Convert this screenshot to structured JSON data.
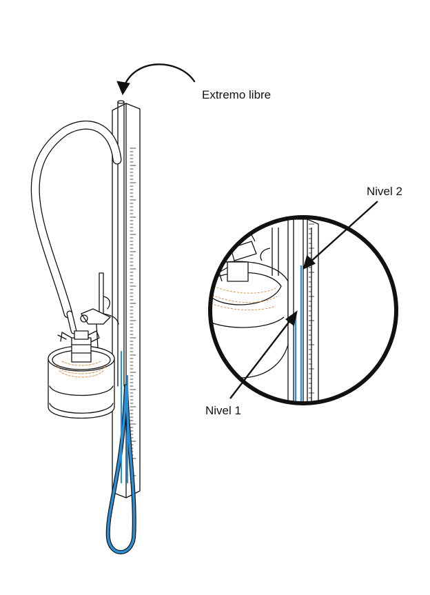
{
  "labels": {
    "free_end": "Extremo libre",
    "level_2": "Nivel 2",
    "level_1": "Nivel 1"
  },
  "colors": {
    "line": "#111111",
    "water": "#2a8fd6",
    "sample": "#e0863c"
  }
}
